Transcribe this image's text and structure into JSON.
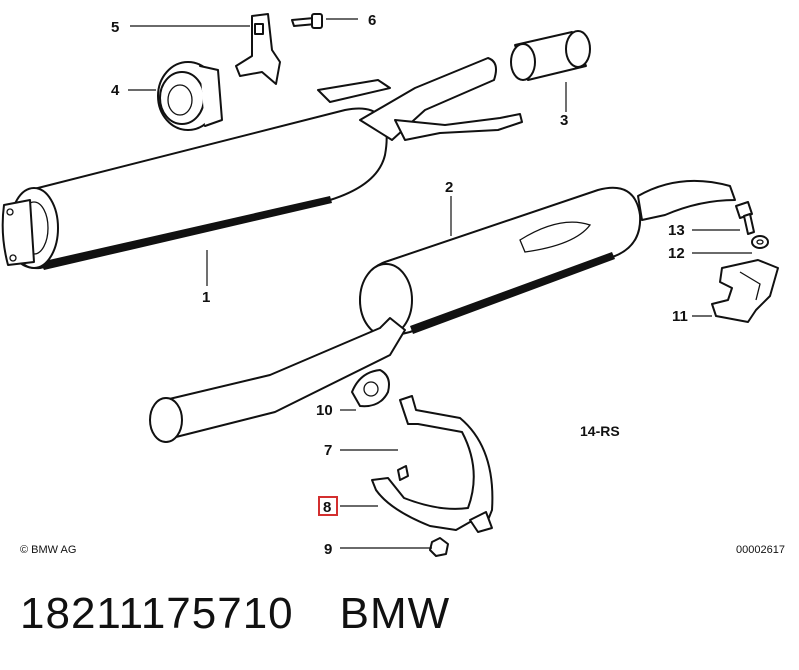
{
  "diagram": {
    "callouts": {
      "c1": "1",
      "c2": "2",
      "c3": "3",
      "c4": "4",
      "c5": "5",
      "c6": "6",
      "c7": "7",
      "c8": "8",
      "c9": "9",
      "c10": "10",
      "c11": "11",
      "c12": "12",
      "c13": "13"
    },
    "highlighted_callout": "8",
    "highlight_color": "#d32f2f",
    "model_code": "14-RS",
    "copyright": "© BMW AG",
    "drawing_number": "00002617"
  },
  "footer": {
    "part_number": "18211175710",
    "brand": "BMW"
  }
}
